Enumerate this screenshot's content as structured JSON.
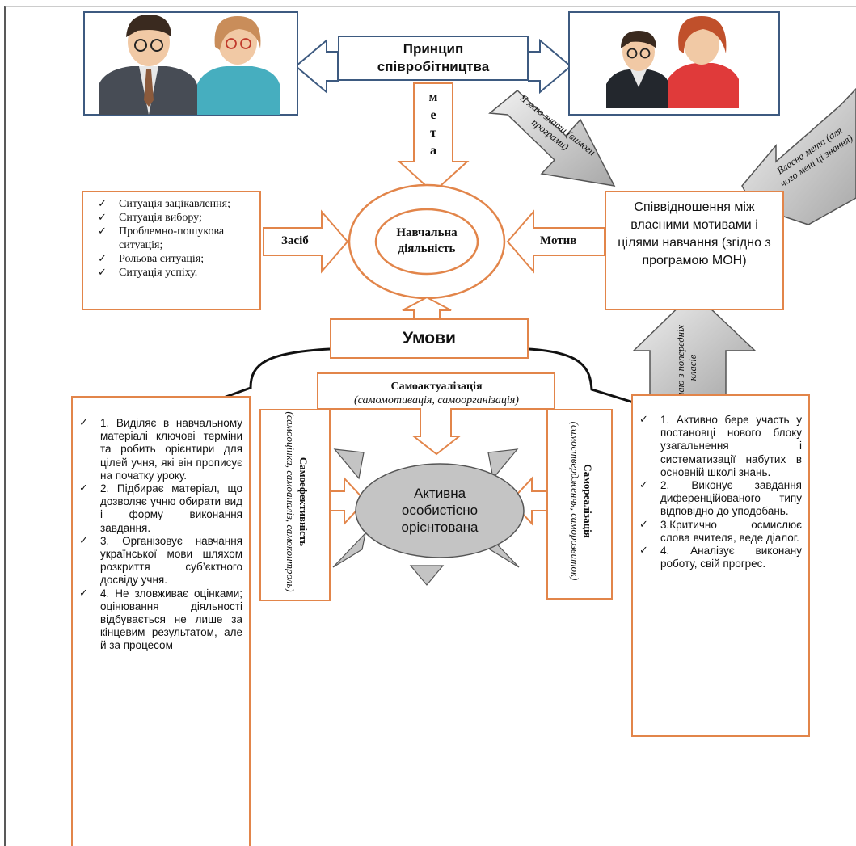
{
  "header": {
    "principle_line1": "Принцип",
    "principle_line2": "співробітництва"
  },
  "goal_arrow": {
    "letters": [
      "м",
      "е",
      "т",
      "а"
    ]
  },
  "center": {
    "activity_line1": "Навчальна",
    "activity_line2": "діяльність",
    "conditions": "Умови",
    "means": "Засіб",
    "motive": "Мотив"
  },
  "situations": {
    "items": [
      "Ситуація зацікавлення;",
      "Ситуація вибору;",
      "Проблемно-пошукова ситуація;",
      "Рольова ситуація;",
      "Ситуація успіху."
    ]
  },
  "motives_box": {
    "text": "Співвідношення між власними мотивами і цілями навчання (згідно з програмою МОН)"
  },
  "gray_arrows": {
    "must_know": "Я маю знати (вимоги програми)",
    "own_goal": "Власна мета (для чого мені ці знання)",
    "i_know": "Я знаю з попередніх класів"
  },
  "self_actualization": {
    "title": "Самоактуалізація",
    "subtitle": "(самомотивація, самоорганізація)"
  },
  "self_efficacy": {
    "title": "Самоефективність",
    "subtitle": "(самооцінка, самоаналіз, самоконтроль)"
  },
  "self_realization": {
    "title": "Самореалізація",
    "subtitle": "(самоствердження, саморозвиток)"
  },
  "core": {
    "line1": "Активна",
    "line2": "особистісно",
    "line3": "орієнтована"
  },
  "teacher_actions": {
    "items": [
      "1. Виділяє в навчальному матеріалі ключові терміни та робить орієнтири для цілей учня, які він прописує на початку уроку.",
      "2. Підбирає матеріал, що дозволяє учню обирати вид і форму виконання завдання.",
      "3. Організовує навчання української мови шляхом розкриття суб’єктного досвіду учня.",
      "4. Не зловживає оцінками; оцінювання діяльності відбувається не лише за кінцевим результатом, але й за процесом"
    ]
  },
  "student_actions": {
    "items": [
      "1. Активно бере участь у постановці нового блоку узагальнення і систематизації набутих в основній школі знань.",
      "2. Виконує завдання диференційованого типу відповідно до уподобань.",
      "3.Критично осмислює слова вчителя, веде діалог.",
      "4. Аналізує виконану роботу, свій прогрес."
    ]
  },
  "colors": {
    "border": "#e2854a",
    "gray_arrow": "#c4c4c4",
    "ellipse": "#bdbdbd"
  }
}
